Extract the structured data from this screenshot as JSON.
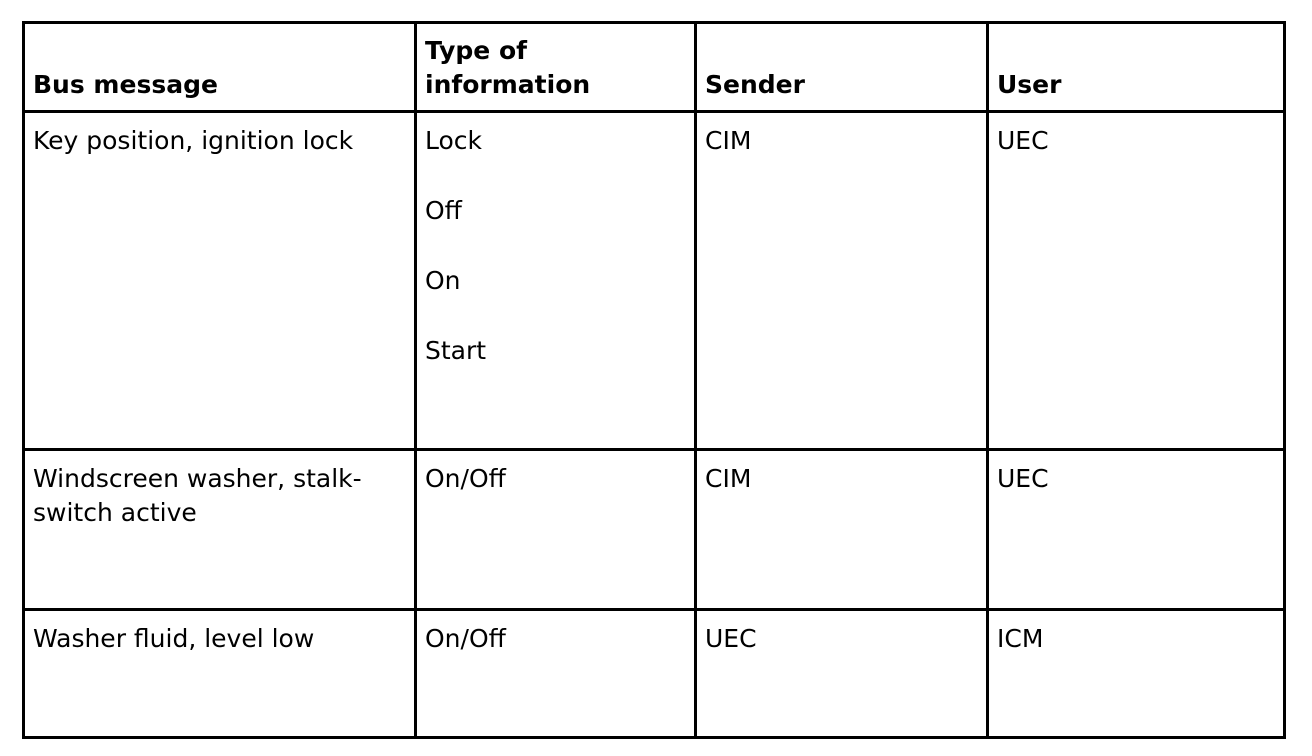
{
  "table": {
    "headers": {
      "bus_message": "Bus message",
      "type_of_information_line1": "Type of",
      "type_of_information_line2": "information",
      "sender": "Sender",
      "user": "User"
    },
    "rows": [
      {
        "bus_message": "Key position, ignition lock",
        "type_of_information": [
          "Lock",
          "Off",
          "On",
          "Start"
        ],
        "sender": "CIM",
        "user": "UEC"
      },
      {
        "bus_message_line1": "Windscreen washer, stalk-",
        "bus_message_line2": "switch active",
        "type_of_information": [
          "On/Off"
        ],
        "sender": "CIM",
        "user": "UEC"
      },
      {
        "bus_message": "Washer fluid, level low",
        "type_of_information": [
          "On/Off"
        ],
        "sender": "UEC",
        "user": "ICM"
      }
    ]
  }
}
